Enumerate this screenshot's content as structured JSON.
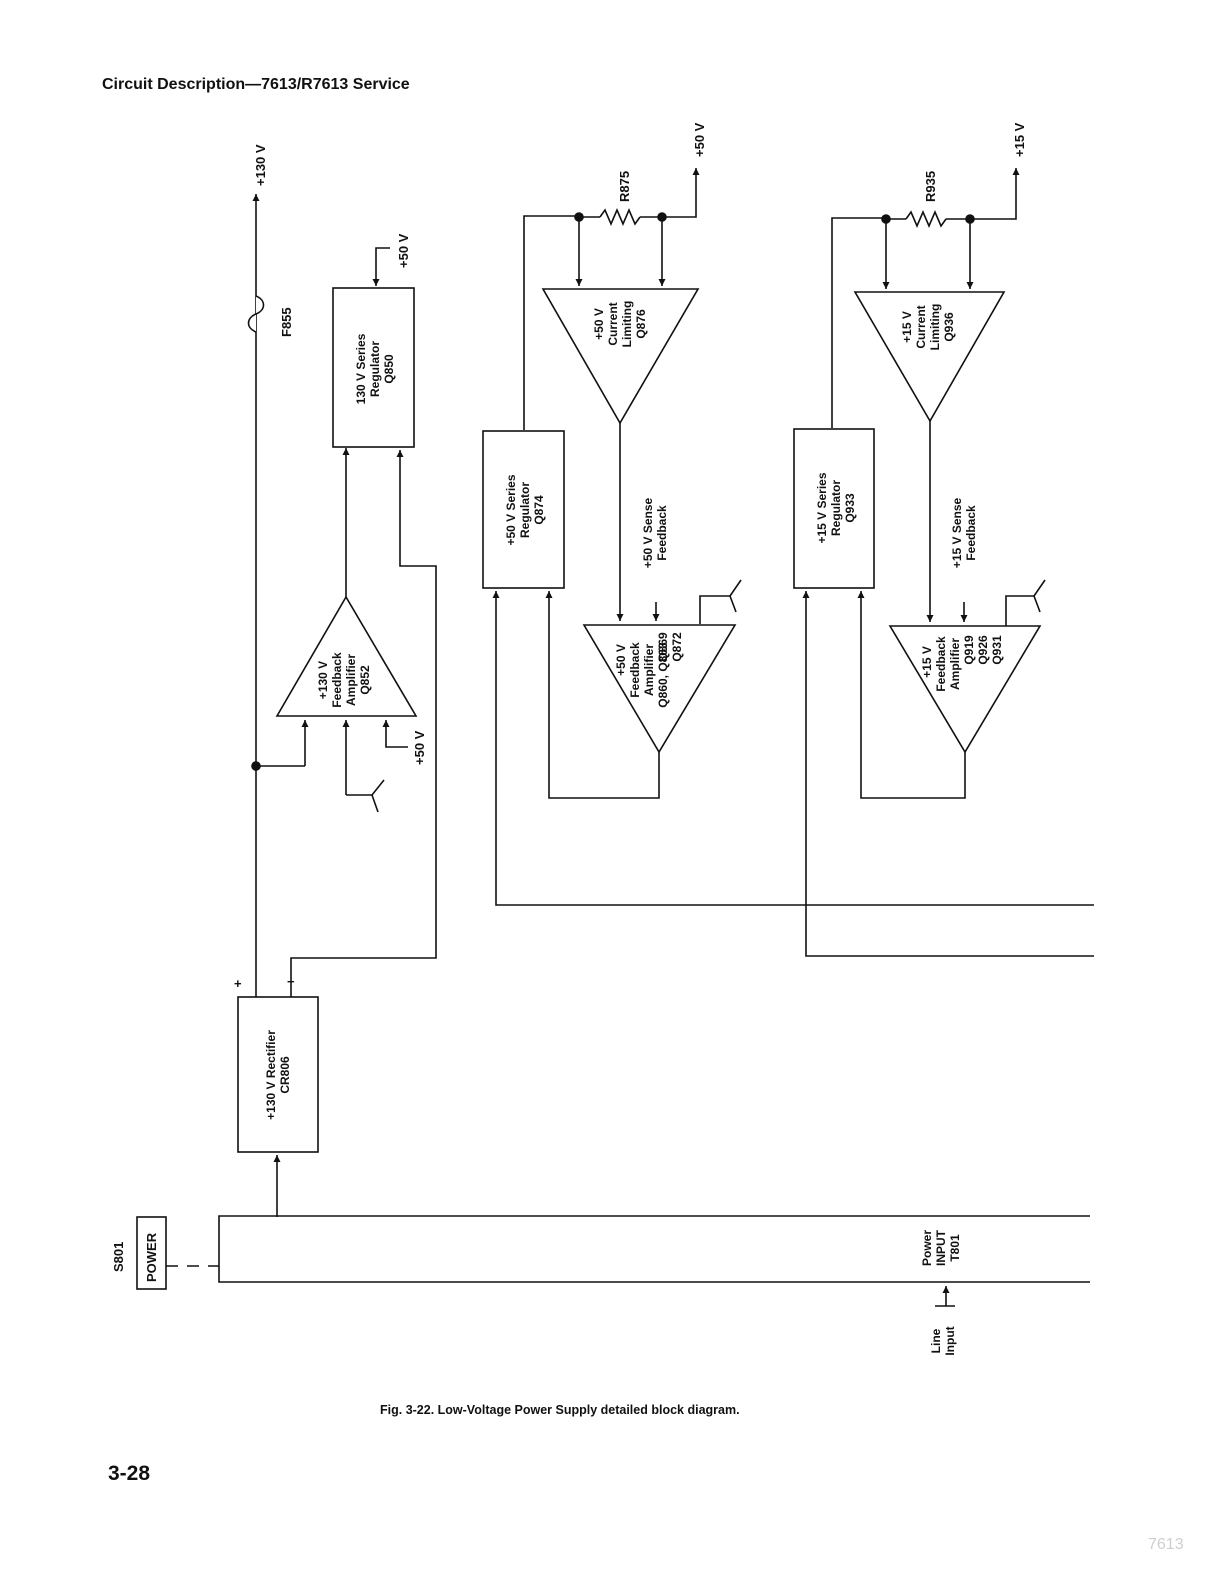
{
  "header": {
    "title": "Circuit Description—7613/R7613 Service"
  },
  "footer": {
    "page_number": "3-28",
    "watermark": "7613"
  },
  "caption": "Fig. 3-22.  Low-Voltage Power Supply detailed block diagram.",
  "labels": {
    "v130_out": "+130 V",
    "fuse": "F855",
    "reg130_in": "+50 V",
    "reg130": [
      "130 V Series",
      "Regulator",
      "Q850"
    ],
    "amp130": [
      "+130 V",
      "Feedback",
      "Amplifier",
      "Q852"
    ],
    "amp130_in": "+50 V",
    "rectifier": [
      "+130 V Rectifier",
      "CR806"
    ],
    "plus": "+",
    "minus": "−",
    "r875": "R875",
    "v50_out": "+50 V",
    "limit50": [
      "+50 V",
      "Current",
      "Limiting",
      "Q876"
    ],
    "reg50": [
      "+50 V Series",
      "Regulator",
      "Q874"
    ],
    "sense50": [
      "+50 V Sense",
      "Feedback"
    ],
    "amp50": [
      "+50 V",
      "Feedback",
      "Amplifier",
      "Q860, Q863",
      "Q869",
      "Q872"
    ],
    "r935": "R935",
    "v15_out": "+15 V",
    "limit15": [
      "+15 V",
      "Current",
      "Limiting",
      "Q936"
    ],
    "reg15": [
      "+15 V Series",
      "Regulator",
      "Q933"
    ],
    "sense15": [
      "+15 V Sense",
      "Feedback"
    ],
    "amp15": [
      "+15 V",
      "Feedback",
      "Amplifier",
      "Q919",
      "Q926",
      "Q931"
    ],
    "switch_id": "S801",
    "switch": "POWER",
    "transformer": [
      "Power",
      "INPUT",
      "T801"
    ],
    "line_input": [
      "Line",
      "Input"
    ]
  }
}
